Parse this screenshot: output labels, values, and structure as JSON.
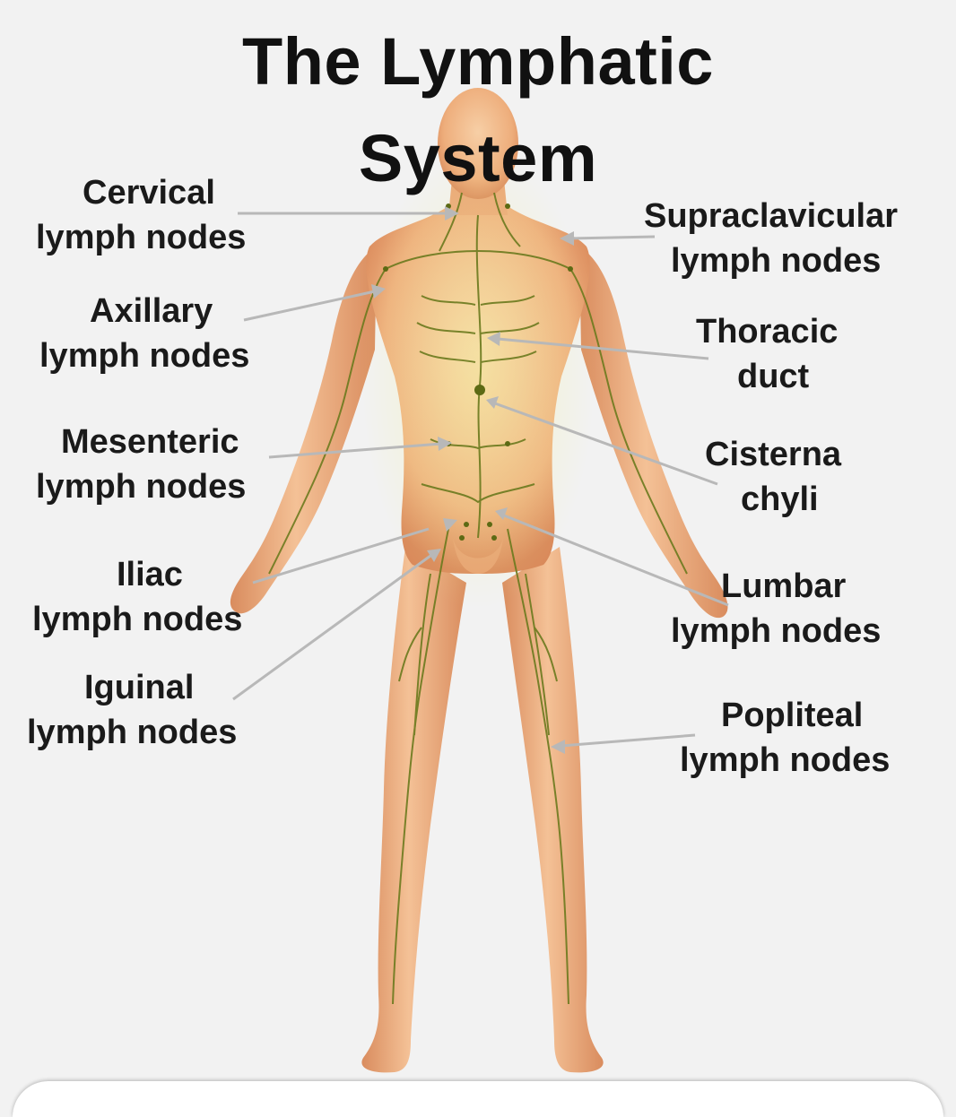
{
  "title": {
    "line1": "The Lymphatic",
    "line2": "System"
  },
  "labels": {
    "cervical": {
      "line1": "Cervical",
      "line2": "lymph nodes"
    },
    "axillary": {
      "line1": "Axillary",
      "line2": "lymph nodes"
    },
    "mesenteric": {
      "line1": "Mesenteric",
      "line2": "lymph nodes"
    },
    "iliac": {
      "line1": "Iliac",
      "line2": "lymph nodes"
    },
    "iguinal": {
      "line1": "Iguinal",
      "line2": "lymph nodes"
    },
    "supraclavicular": {
      "line1": "Supraclavicular",
      "line2": "lymph nodes"
    },
    "thoracic": {
      "line1": "Thoracic",
      "line2": "duct"
    },
    "cisterna": {
      "line1": "Cisterna",
      "line2": "chyli"
    },
    "lumbar": {
      "line1": "Lumbar",
      "line2": "lymph nodes"
    },
    "popliteal": {
      "line1": "Popliteal",
      "line2": "lymph nodes"
    }
  },
  "colors": {
    "background": "#f2f2f2",
    "skin": "#f2b98a",
    "skin_shadow": "#d88a5c",
    "lymph": "#6b7a1e",
    "arrow": "#b8b8b8"
  }
}
